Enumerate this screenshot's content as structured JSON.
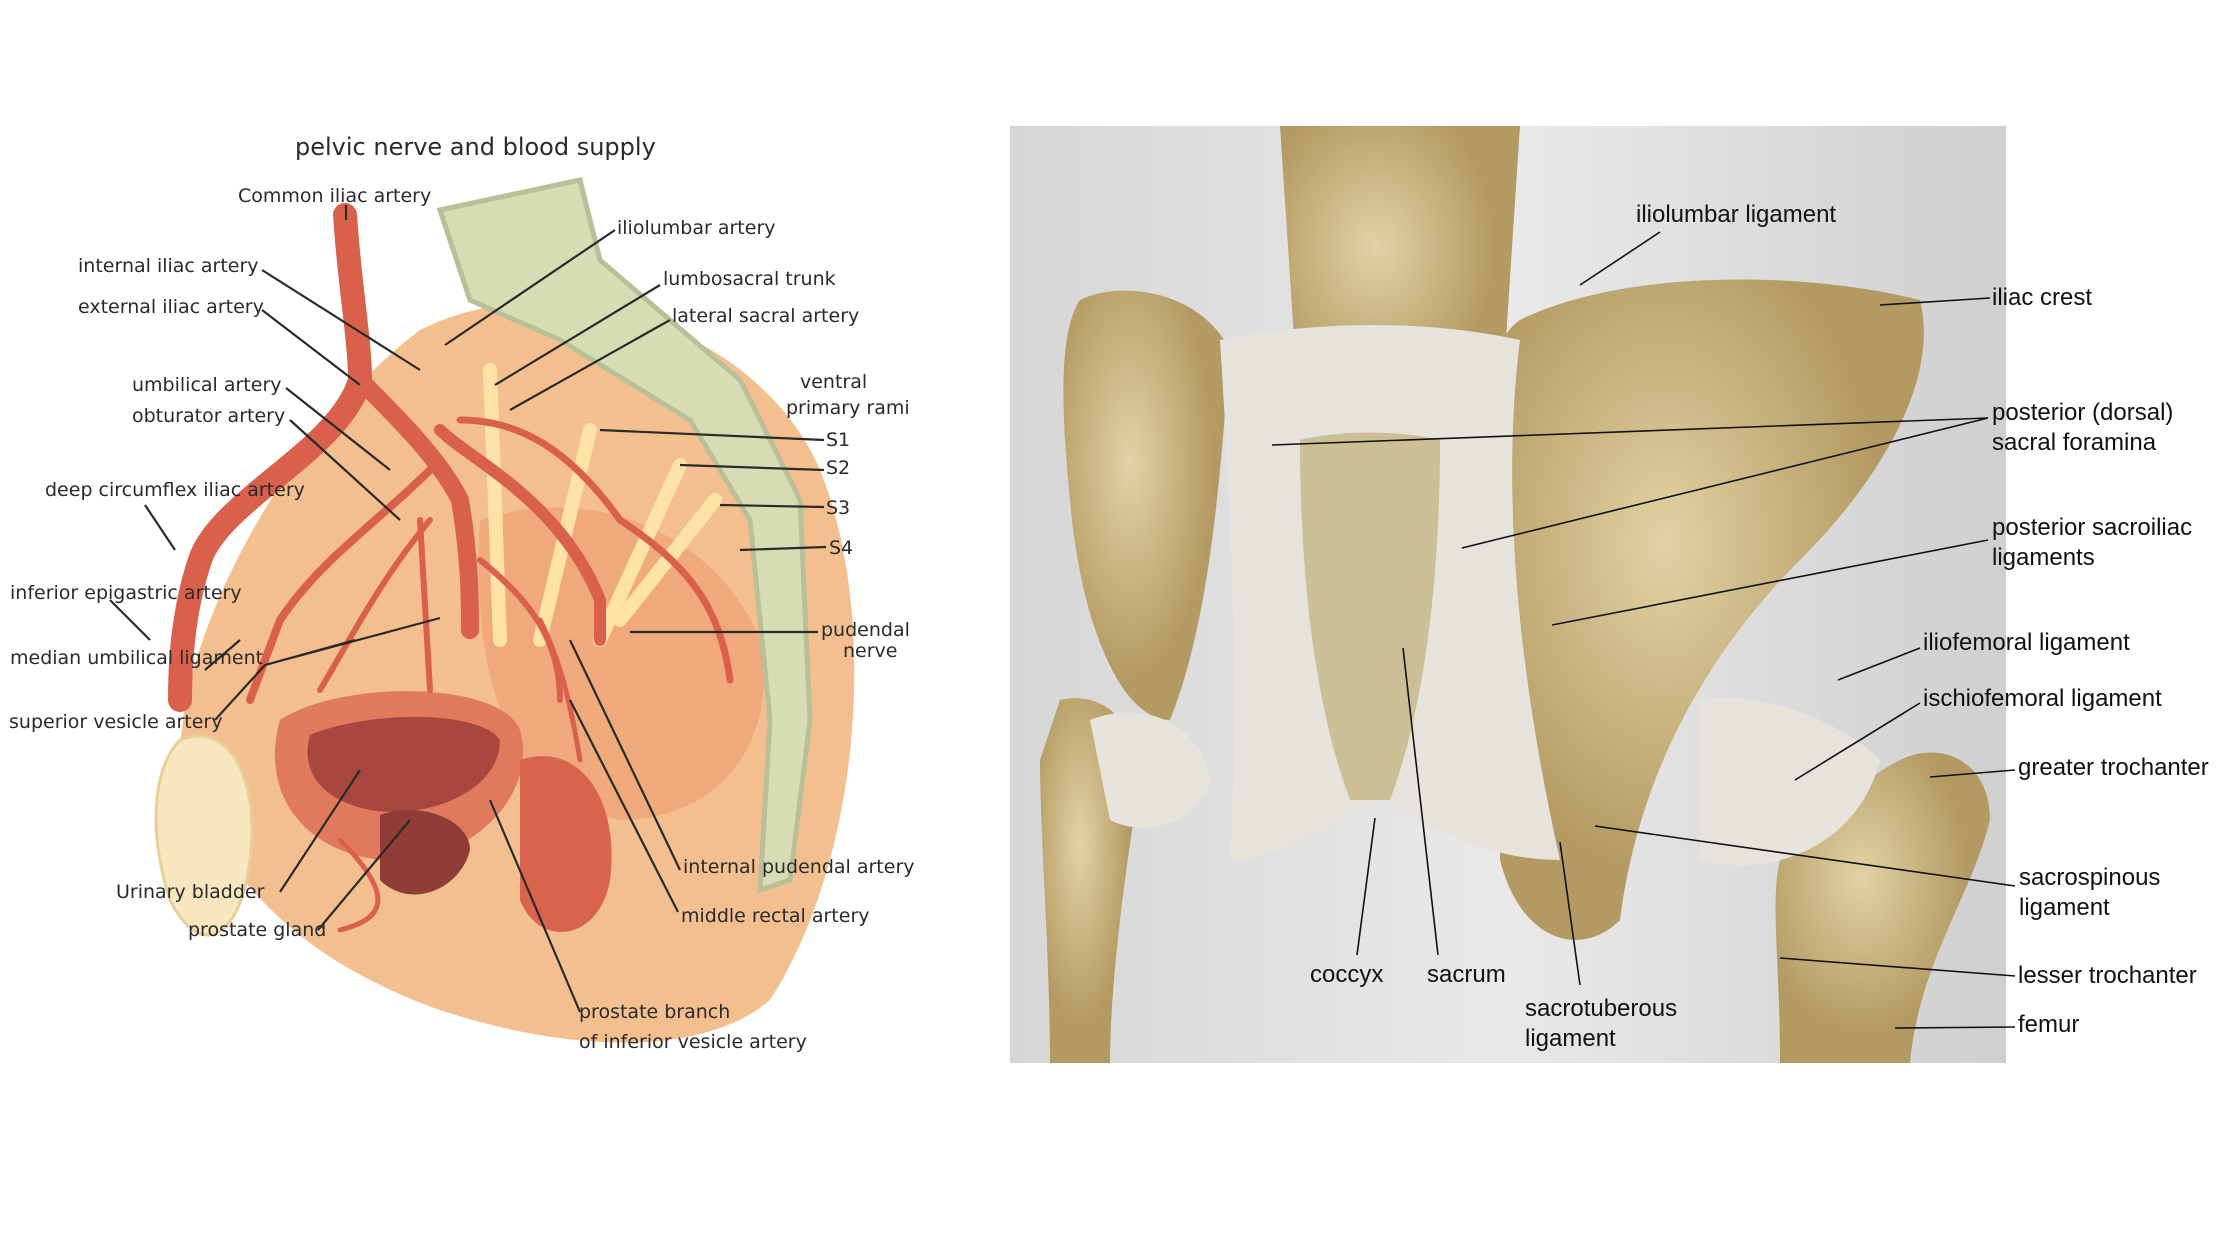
{
  "left_diagram": {
    "title": "pelvic nerve and blood supply",
    "labels": {
      "common_iliac": "Common iliac artery",
      "internal_iliac": "internal iliac artery",
      "external_iliac": "external iliac artery",
      "umbilical": "umbilical artery",
      "obturator": "obturator artery",
      "deep_circumflex": "deep circumflex iliac artery",
      "inferior_epigastric": "inferior epigastric artery",
      "median_umbilical": "median umbilical ligament",
      "superior_vesicle": "superior vesicle artery",
      "urinary_bladder": "Urinary bladder",
      "prostate_gland": "prostate gland",
      "iliolumbar": "iliolumbar artery",
      "lumbosacral": "lumbosacral trunk",
      "lateral_sacral": "lateral sacral artery",
      "ventral_1": "ventral",
      "ventral_2": "primary rami",
      "s1": "S1",
      "s2": "S2",
      "s3": "S3",
      "s4": "S4",
      "pudendal_1": "pudendal",
      "pudendal_2": "nerve",
      "internal_pudendal": "internal pudendal artery",
      "middle_rectal": "middle rectal artery",
      "prostate_branch_1": "prostate branch",
      "prostate_branch_2": "of inferior vesicle artery"
    }
  },
  "right_diagram": {
    "labels": {
      "iliolumbar_ligament": "iliolumbar ligament",
      "iliac_crest": "iliac crest",
      "sacral_foramina_1": "posterior (dorsal)",
      "sacral_foramina_2": "sacral foramina",
      "post_sacroiliac_1": "posterior sacroiliac",
      "post_sacroiliac_2": "ligaments",
      "iliofemoral": "iliofemoral ligament",
      "ischiofemoral": "ischiofemoral ligament",
      "greater_trochanter": "greater trochanter",
      "sacrospinous_1": "sacrospinous",
      "sacrospinous_2": "ligament",
      "lesser_trochanter": "lesser trochanter",
      "femur": "femur",
      "coccyx": "coccyx",
      "sacrum": "sacrum",
      "sacrotuberous_1": "sacrotuberous",
      "sacrotuberous_2": "ligament"
    }
  }
}
